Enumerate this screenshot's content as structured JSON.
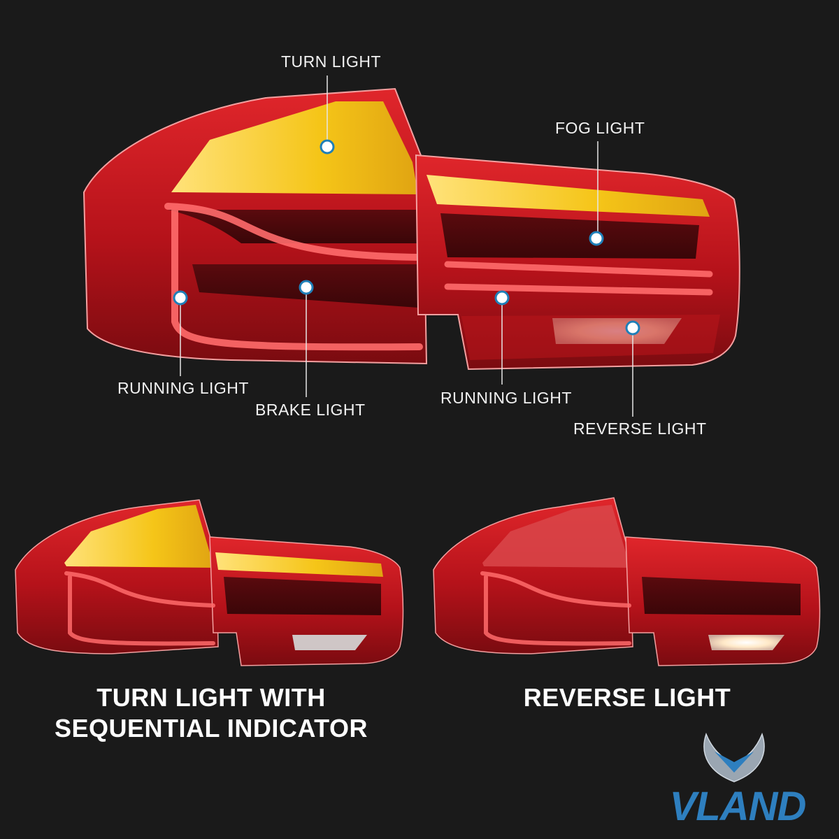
{
  "callouts": {
    "turn_light": "TURN LIGHT",
    "fog_light": "FOG LIGHT",
    "running_light_left": "RUNNING LIGHT",
    "brake_light": "BRAKE LIGHT",
    "running_light_right": "RUNNING LIGHT",
    "reverse_light": "REVERSE LIGHT"
  },
  "captions": {
    "left_line1": "TURN LIGHT WITH",
    "left_line2": "SEQUENTIAL INDICATOR",
    "right": "REVERSE LIGHT"
  },
  "brand": {
    "name": "VLAND",
    "logo": "vland-v-emblem"
  },
  "colors": {
    "background": "#1a1a1a",
    "lens_red": "#c4161c",
    "turn_amber": "#f5c518",
    "marker_blue": "#1f7fb8",
    "brand_blue": "#2e7fbf"
  }
}
